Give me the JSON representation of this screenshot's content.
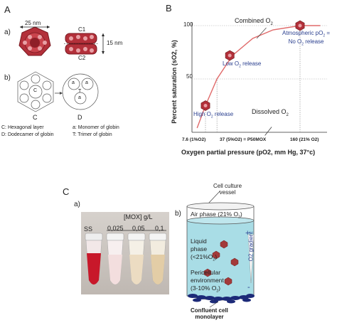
{
  "panelA": {
    "letter": "A",
    "sub_a": "a)",
    "sub_b": "b)",
    "dim_width": "25 nm",
    "dim_height": "15 nm",
    "c1": "C1",
    "c2": "C2",
    "label_c": "C",
    "label_d": "D",
    "hex_letter": "C",
    "tri_letter": "T",
    "mono_letter": "a",
    "legend": [
      "C: Hexagonal layer",
      "D: Dodecamer of globin",
      "a: Monomer of globin",
      "T: Trimer of globin"
    ],
    "colors": {
      "molecule": "#b3303a",
      "molecule_dark": "#7a1820"
    }
  },
  "panelB": {
    "letter": "B",
    "annotations": {
      "combined": "Combined O",
      "combined_sub": "2",
      "atmospheric_1": "Atmospheric pO",
      "atmospheric_1_sub": "2",
      "atmospheric_1_end": " =",
      "atmospheric_2": "No O",
      "atmospheric_2_sub": "2",
      "atmospheric_2_end": " release",
      "low": "Low O",
      "low_sub": "2",
      "low_end": " release",
      "high": "High O",
      "high_sub": "2",
      "high_end": " release",
      "dissolved": "Dissolved O",
      "dissolved_sub": "2"
    },
    "colors": {
      "curve": "#e06a6a",
      "text_blue": "#2a3f8f"
    }
  },
  "chart_data": {
    "type": "line",
    "title": "",
    "xlabel": "Oxygen partial pressure (pO2, mm Hg, 37°c)",
    "ylabel": "Percent saturation (sO2, %)",
    "x_ticks": [
      "7.6 (1%O2)",
      "37 (5%O2) = P50MOX",
      "160 (21% O2)"
    ],
    "y_ticks": [
      "50",
      "100"
    ],
    "ylim": [
      0,
      100
    ],
    "series": [
      {
        "x": [
          7.6,
          20,
          37,
          60,
          90,
          120,
          160,
          190
        ],
        "y": [
          4,
          25,
          50,
          72,
          88,
          96,
          100,
          100
        ]
      }
    ],
    "markers": [
      {
        "x": 20,
        "y": 25
      },
      {
        "x": 56,
        "y": 72
      },
      {
        "x": 160,
        "y": 100
      }
    ],
    "grid": false
  },
  "panelC": {
    "letter": "C",
    "sub_a": "a)",
    "sub_b": "b)",
    "mox_label": "[MOX] g/L",
    "tubes": [
      "SS",
      "0,025",
      "0,05",
      "0,1"
    ],
    "vessel_title_1": "Cell culture",
    "vessel_title_2": "vessel",
    "air_phase": "Air phase (21% O",
    "air_phase_sub": "2",
    "air_phase_end": ")",
    "liquid_1": "Liquid",
    "liquid_2": "phase",
    "liquid_3": "(<21%O",
    "liquid_3_sub": "2",
    "liquid_3_end": ")",
    "peri_1": "Pericellular",
    "peri_2": "environment",
    "peri_3": "(3-10% O",
    "peri_3_sub": "2",
    "peri_3_end": ")",
    "gradient": "O2 gradient",
    "plus": "+",
    "minus": "-",
    "monolayer_1": "Confluent cell",
    "monolayer_2": "monolayer",
    "colors": {
      "liquid": "#a9dde6",
      "cells": "#1c2a78",
      "photo_bg": "#d9d4d0"
    }
  }
}
